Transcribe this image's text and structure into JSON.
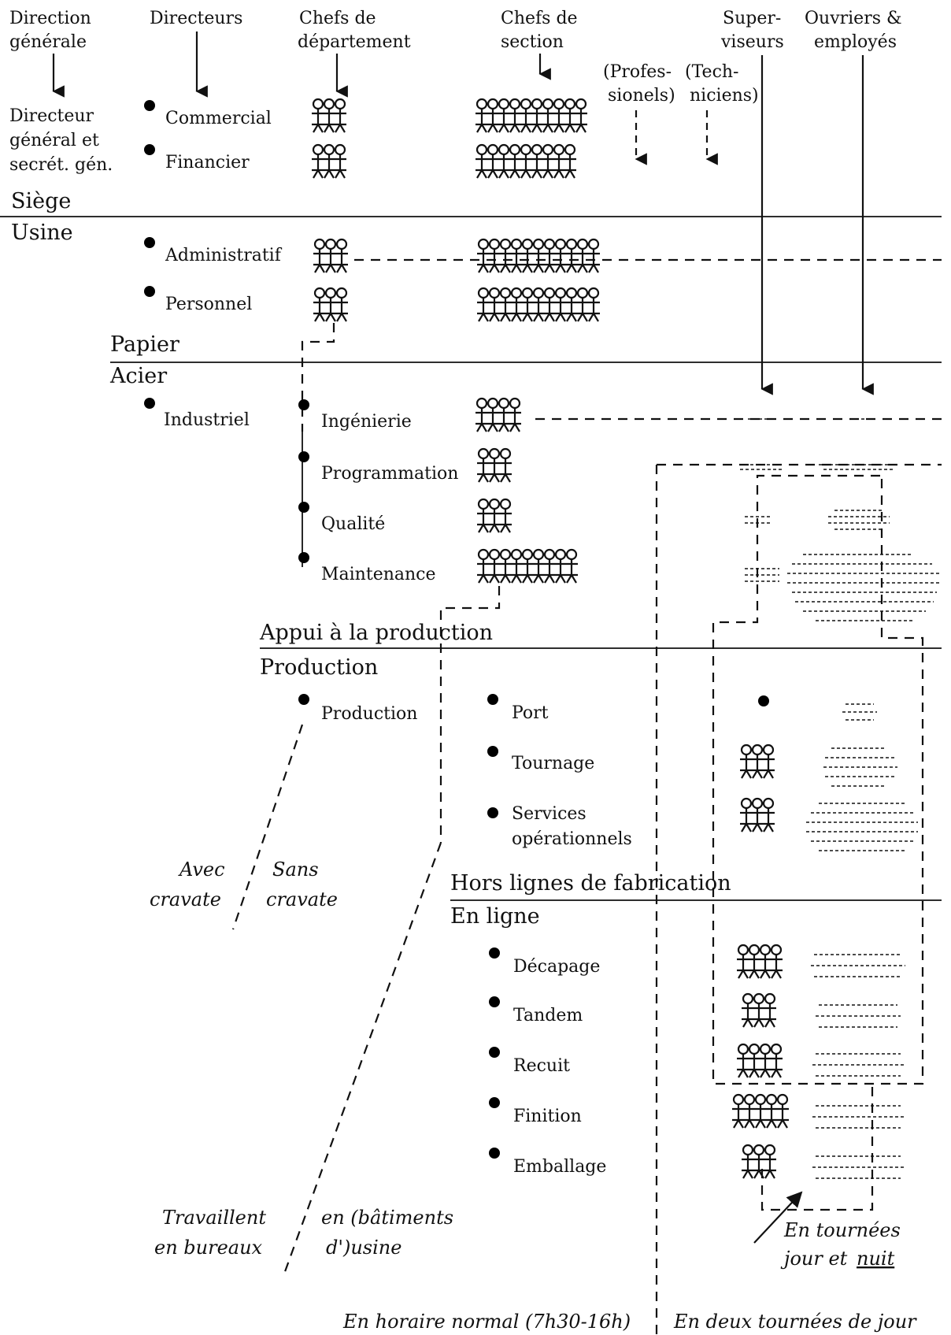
{
  "columns": {
    "direction_generale": [
      "Direction",
      "générale"
    ],
    "directeurs": [
      "Directeurs"
    ],
    "chefs_departement": [
      "Chefs de",
      "département"
    ],
    "chefs_section": [
      "Chefs de",
      "section"
    ],
    "superviseurs": [
      "Super-",
      "viseurs"
    ],
    "ouvriers": [
      "Ouvriers &",
      "employés"
    ],
    "professionels": [
      "(Profes-",
      "sionels)"
    ],
    "techniciens": [
      "(Tech-",
      "niciens)"
    ]
  },
  "dg_label": [
    "Directeur",
    "général et",
    "secrét. gén."
  ],
  "levels": {
    "siege": "Siège",
    "usine": "Usine",
    "papier": "Papier",
    "acier": "Acier",
    "appui": "Appui à la production",
    "production": "Production",
    "hors_lignes": "Hors lignes de fabrication",
    "en_ligne": "En ligne"
  },
  "directors": {
    "commercial": "Commercial",
    "financier": "Financier",
    "administratif": "Administratif",
    "personnel": "Personnel",
    "industriel": "Industriel"
  },
  "departments": {
    "ingenierie": "Ingénierie",
    "programmation": "Programmation",
    "qualite": "Qualité",
    "maintenance": "Maintenance",
    "production": "Production"
  },
  "sections": {
    "port": "Port",
    "tournage": "Tournage",
    "services": [
      "Services",
      "opérationnels"
    ],
    "decapage": "Décapage",
    "tandem": "Tandem",
    "recuit": "Recuit",
    "finition": "Finition",
    "emballage": "Emballage"
  },
  "annotations": {
    "avec_cravate": [
      "Avec",
      "cravate"
    ],
    "sans_cravate": [
      "Sans",
      "cravate"
    ],
    "travaillent_bureaux": [
      "Travaillent",
      "en bureaux"
    ],
    "en_usine": [
      "en (bâtiments",
      "d')usine"
    ],
    "tournees": [
      "En tournées",
      "jour et"
    ],
    "tournees_nuit": "nuit",
    "horaire_normal": "En horaire normal (7h30-16h)",
    "deux_tournees": "En deux tournées de jour"
  }
}
